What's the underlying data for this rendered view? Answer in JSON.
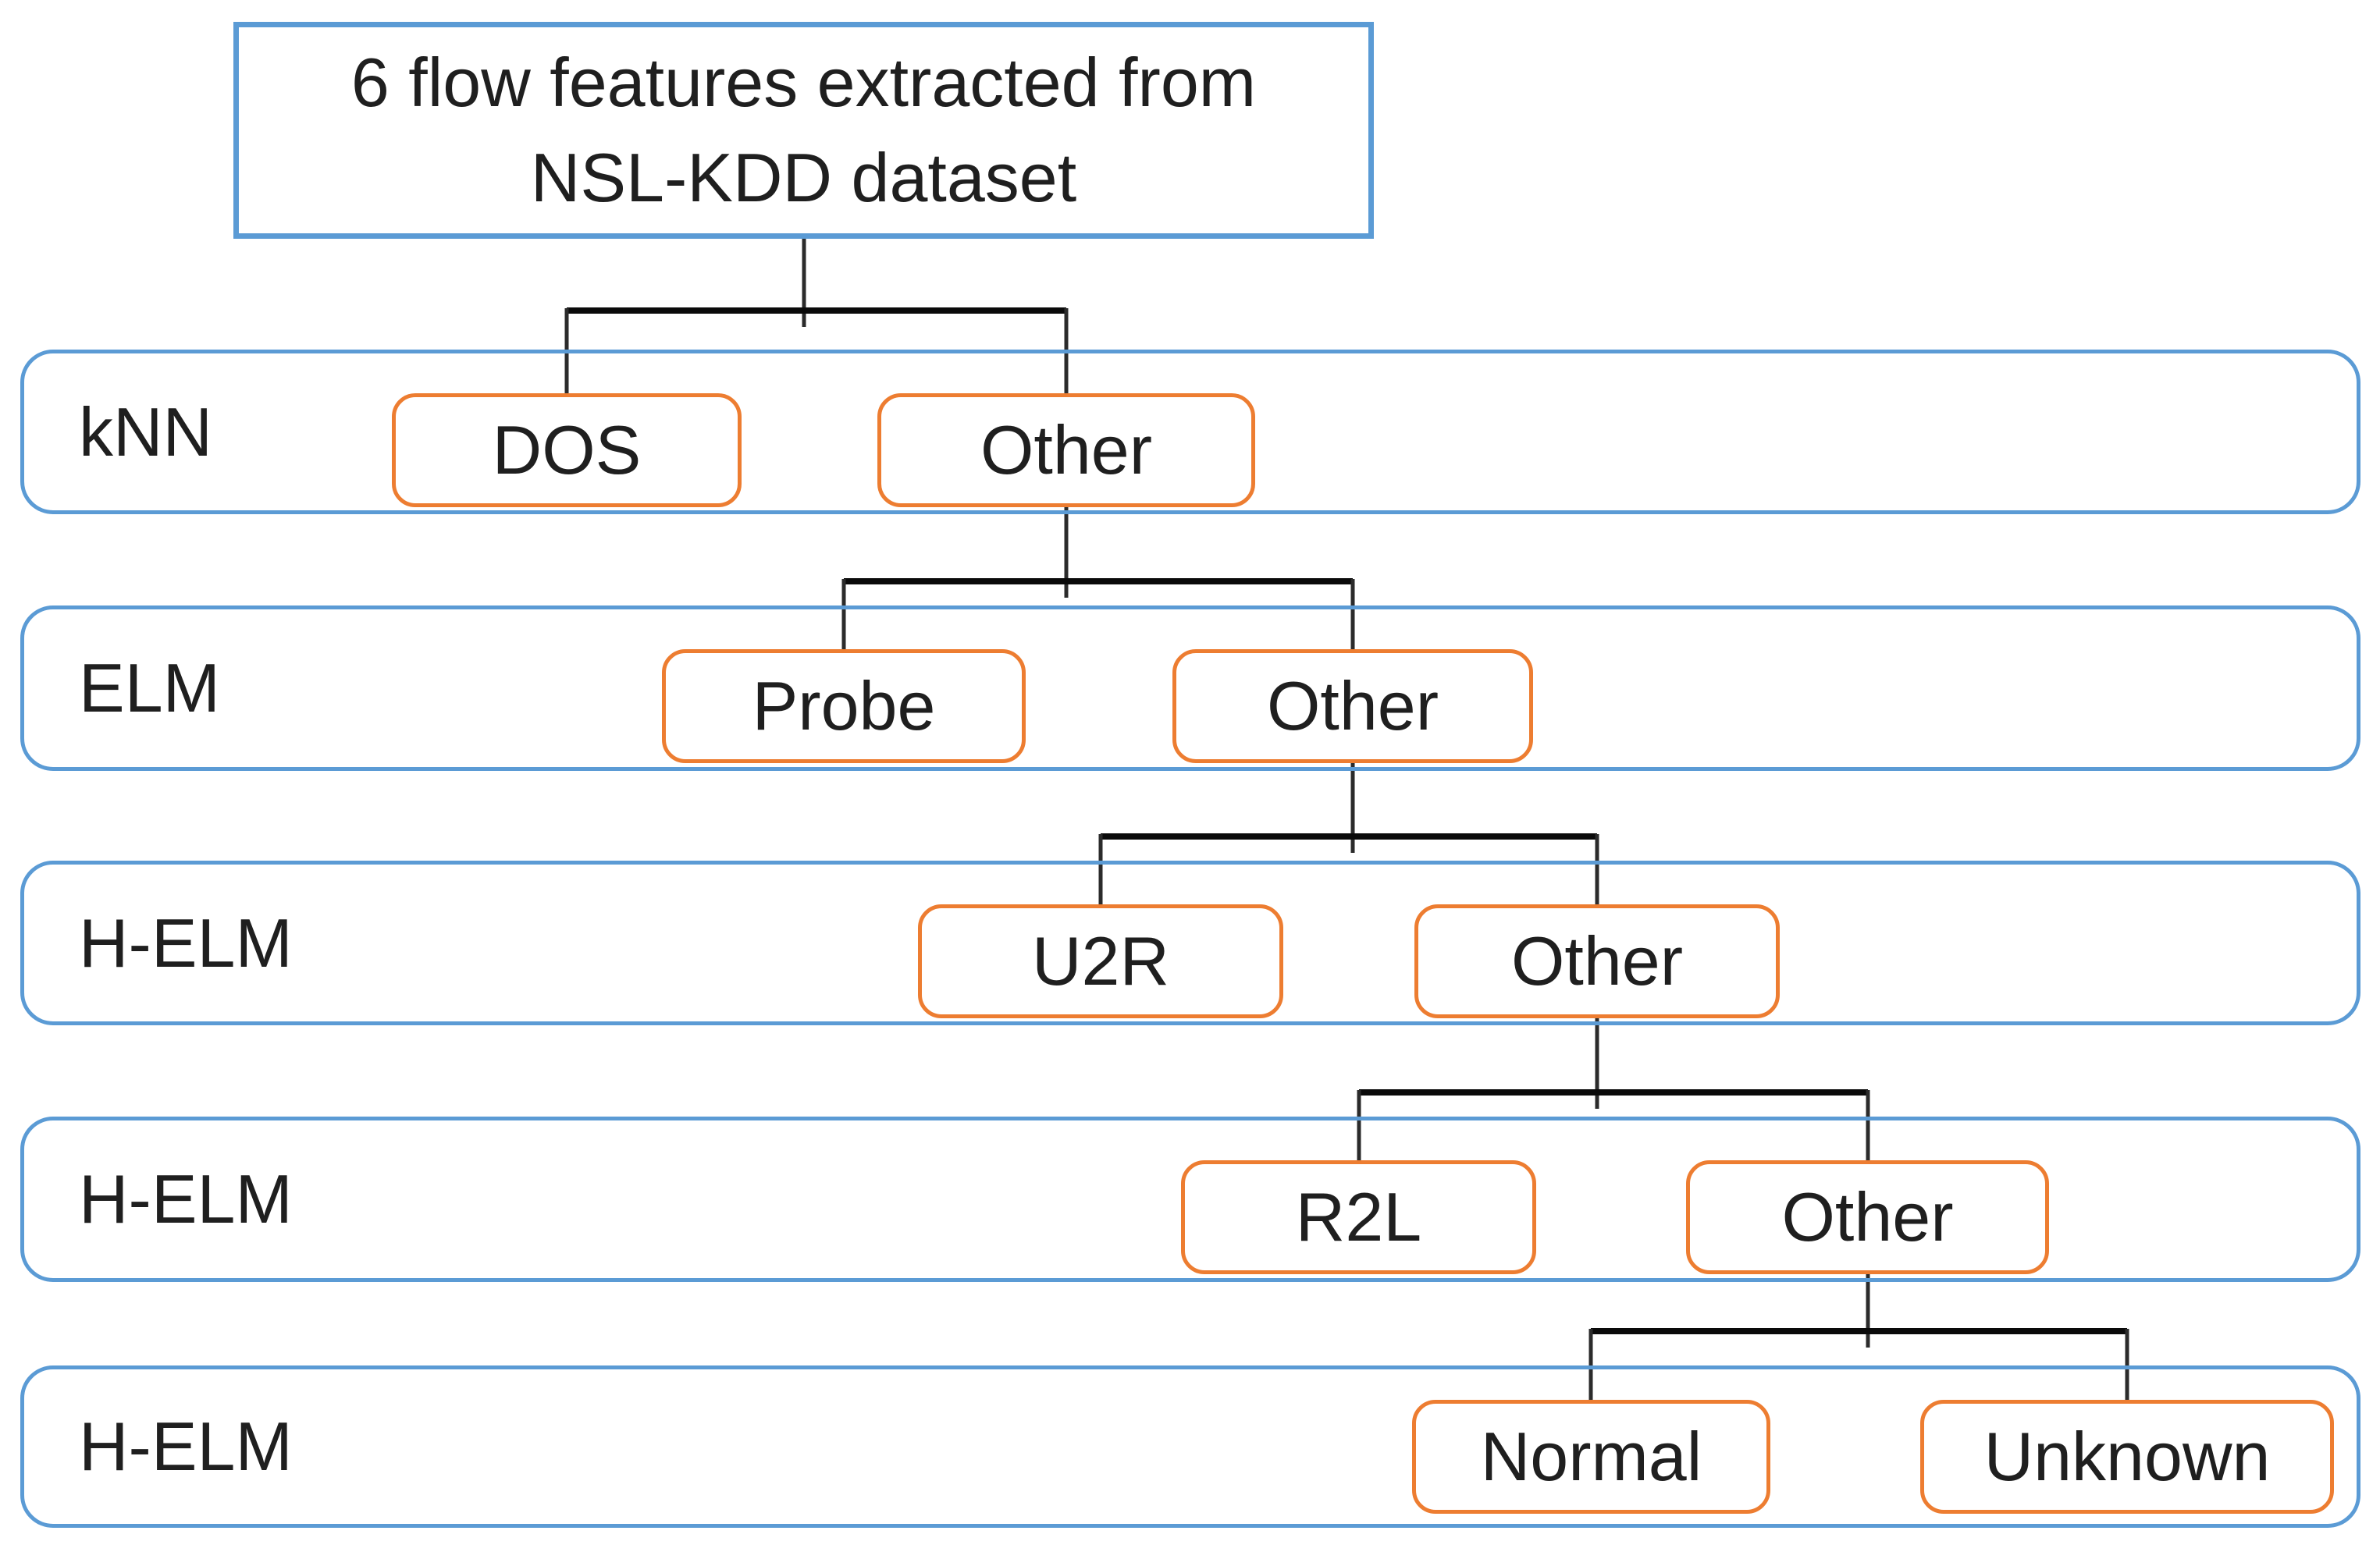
{
  "figure": {
    "root_box": {
      "line1": "6 flow features extracted from",
      "line2": "NSL-KDD dataset"
    },
    "stages": [
      {
        "classifier": "kNN",
        "nodes": [
          "DOS",
          "Other"
        ]
      },
      {
        "classifier": "ELM",
        "nodes": [
          "Probe",
          "Other"
        ]
      },
      {
        "classifier": "H-ELM",
        "nodes": [
          "U2R",
          "Other"
        ]
      },
      {
        "classifier": "H-ELM",
        "nodes": [
          "R2L",
          "Other"
        ]
      },
      {
        "classifier": "H-ELM",
        "nodes": [
          "Normal",
          "Unknown"
        ]
      }
    ],
    "colors": {
      "stage_border": "#5B9BD5",
      "node_border": "#ED7D31",
      "connector": "#2b2b2b",
      "text": "#1f1f1f",
      "background": "#ffffff"
    }
  }
}
